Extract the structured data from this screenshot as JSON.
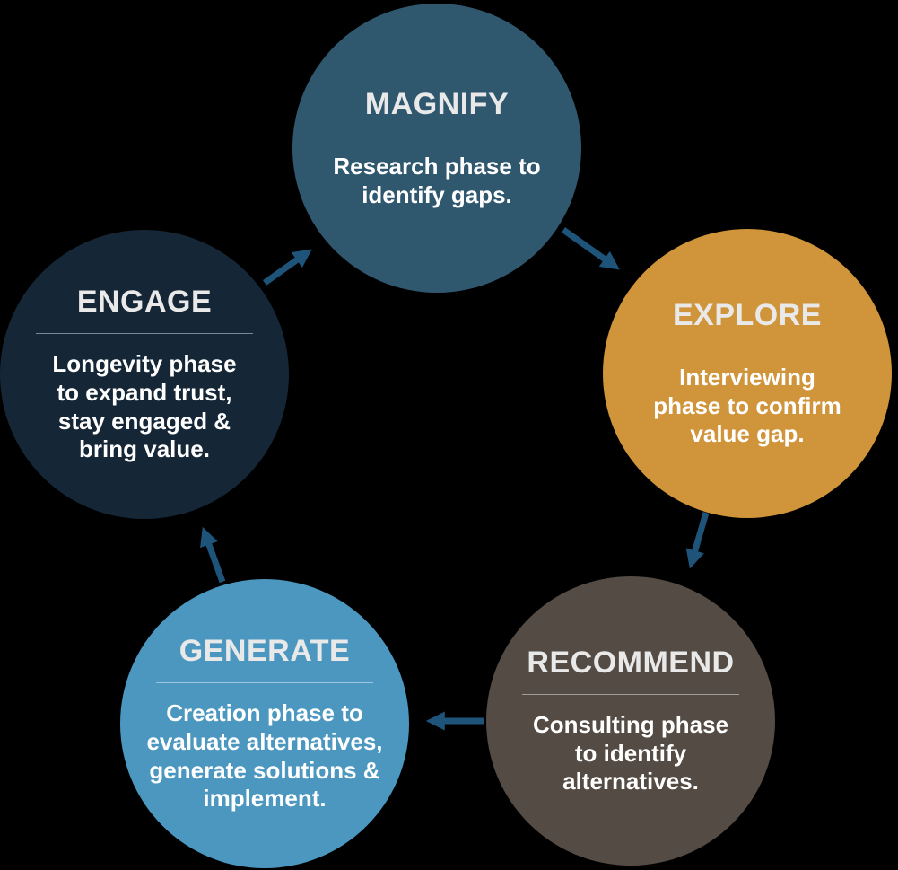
{
  "background_color": "#000000",
  "arrow_color": "#1e547a",
  "divider_color": "rgba(255,255,255,0.45)",
  "title_color": "#e9e9e9",
  "body_color": "#ffffff",
  "circles": [
    {
      "id": "magnify",
      "title": "MAGNIFY",
      "color": "#2f586f",
      "lines": [
        "Research phase to",
        "identify gaps."
      ]
    },
    {
      "id": "explore",
      "title": "EXPLORE",
      "color": "#d0943a",
      "lines": [
        "Interviewing",
        "phase to confirm",
        "value gap."
      ]
    },
    {
      "id": "recommend",
      "title": "RECOMMEND",
      "color": "#544c44",
      "lines": [
        "Consulting phase",
        "to identify",
        "alternatives."
      ]
    },
    {
      "id": "generate",
      "title": "GENERATE",
      "color": "#4b97bf",
      "lines": [
        "Creation phase to",
        "evaluate alternatives,",
        "generate solutions &",
        "implement."
      ]
    },
    {
      "id": "engage",
      "title": "ENGAGE",
      "color": "#152636",
      "lines": [
        "Longevity phase",
        "to expand trust,",
        "stay engaged &",
        "bring value."
      ]
    }
  ]
}
